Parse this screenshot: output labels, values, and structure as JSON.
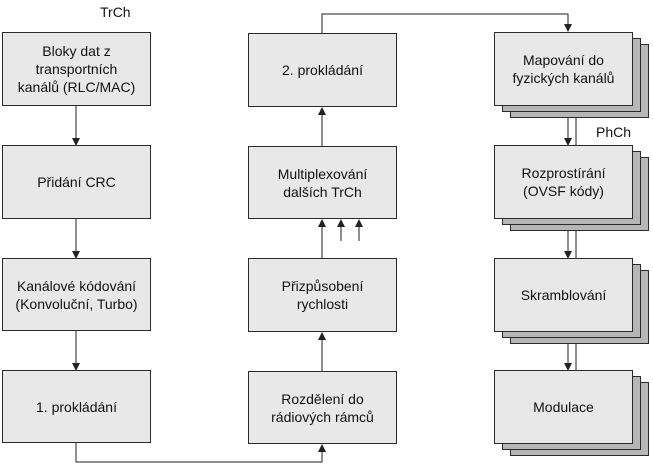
{
  "labels": {
    "trch": "TrCh",
    "phch": "PhCh"
  },
  "column1": {
    "box1": "Bloky dat z\ntransportních\nkanálů (RLC/MAC)",
    "box2": "Přidání CRC",
    "box3": "Kanálové kódování\n(Konvoluční, Turbo)",
    "box4": "1. prokládání"
  },
  "column2": {
    "box1": "2. prokládání",
    "box2": "Multiplexování\ndalších TrCh",
    "box3": "Přizpůsobení\nrychlosti",
    "box4": "Rozdělení do\nrádiových rámců"
  },
  "column3": {
    "box1": "Mapování do\nfyzických kanálů",
    "box2": "Rozprostírání\n(OVSF kódy)",
    "box3": "Skramblování",
    "box4": "Modulace"
  }
}
